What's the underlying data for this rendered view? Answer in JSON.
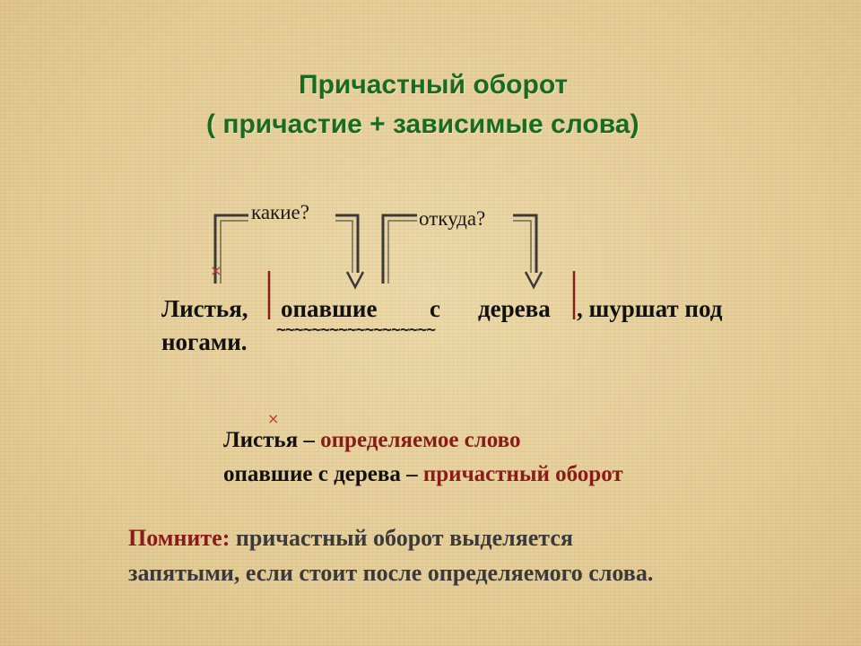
{
  "title": {
    "line1": "Причастный оборот",
    "line2": "( причастие + зависимые слова)"
  },
  "questions": {
    "q1": "какие?",
    "q2": "откуда?"
  },
  "sentence": {
    "w1": "Листья,",
    "w2": "опавшие",
    "w3": "с",
    "w4": "дерева",
    "w5": ", шуршат под",
    "line2": "ногами.",
    "wavy": "~~~~~~~~~~~~~~~~~~",
    "cross": "×"
  },
  "definitions": {
    "cross": "×",
    "line1_word": "Листья",
    "line1_dash": " – ",
    "line1_label": "определяемое слово",
    "line2_word": "опавшие с дерева",
    "line2_dash": " – ",
    "line2_label": "причастный оборот"
  },
  "note": {
    "label": "Помните:",
    "text1": " причастный оборот выделяется",
    "text2": "запятыми, если стоит после определяемого слова."
  },
  "colors": {
    "title": "#1a6b22",
    "accent": "#8b1a1a",
    "cross": "#c0392b",
    "bracket": "#3a3a3a"
  }
}
